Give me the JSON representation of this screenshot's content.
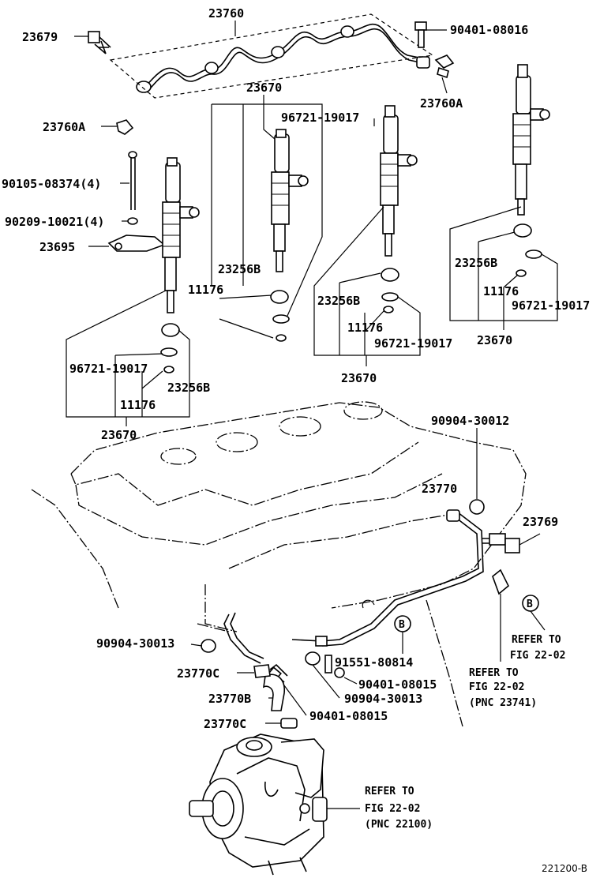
{
  "figure_code": "221200-B",
  "labels": {
    "l23760": "23760",
    "l23679": "23679",
    "l90401_08016": "90401-08016",
    "l23760A_right": "23760A",
    "l23760A_left": "23760A",
    "l90105_08374": "90105-08374(4)",
    "l90209_10021": "90209-10021(4)",
    "l23695": "23695",
    "l23670_top": "23670",
    "l96721_19017_a": "96721-19017",
    "l23256B_a": "23256B",
    "l11176_a": "11176",
    "l23256B_b": "23256B",
    "l11176_b": "11176",
    "l96721_19017_b": "96721-19017",
    "l23670_mid": "23670",
    "l23256B_c": "23256B",
    "l11176_c": "11176",
    "l96721_19017_c": "96721-19017",
    "l23670_right": "23670",
    "l96721_19017_d": "96721-19017",
    "l23256B_d": "23256B",
    "l11176_d": "11176",
    "l23670_left": "23670",
    "l90904_30012": "90904-30012",
    "l23770": "23770",
    "l23769": "23769",
    "l90904_30013_a": "90904-30013",
    "l91551_80814": "91551-80814",
    "l23770C_a": "23770C",
    "l90401_08015_a": "90401-08015",
    "l23770B": "23770B",
    "l90904_30013_b": "90904-30013",
    "l23770C_b": "23770C",
    "l90401_08015_b": "90401-08015",
    "callout_b1": "B",
    "callout_b2": "B",
    "ref1_line1": "REFER TO",
    "ref1_line2": "FIG 22-02",
    "ref2_line1": "REFER TO",
    "ref2_line2": "FIG 22-02",
    "ref2_line3": "(PNC 23741)",
    "ref3_line1": "REFER TO",
    "ref3_line2": "FIG 22-02",
    "ref3_line3": "(PNC 22100)"
  }
}
